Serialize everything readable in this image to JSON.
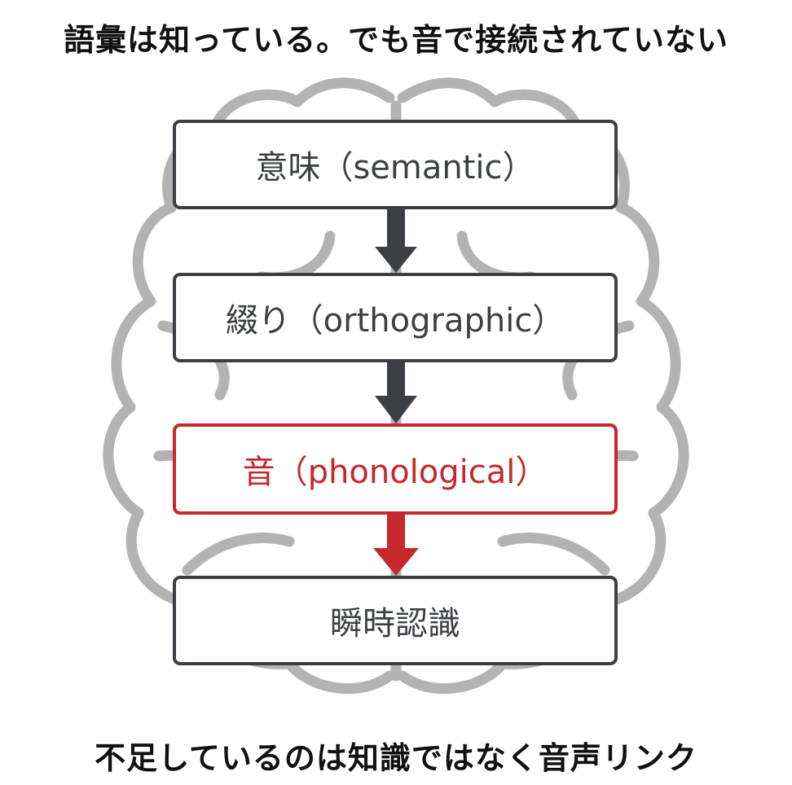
{
  "title": "語彙は知っている。でも音で接続されていない",
  "boxes": {
    "semantic": "意味（semantic）",
    "orthographic": "綴り（orthographic）",
    "phonological": "音（phonological）",
    "instant": "瞬時認識"
  },
  "footer": "不足しているのは知識ではなく音声リンク",
  "colors": {
    "box_border": "#3b3f44",
    "highlight": "#c7282b",
    "brain_outline": "#b3b3b3",
    "arrow": "#3b3f44"
  },
  "icons": [
    "brain-outline-icon",
    "down-arrow-icon"
  ]
}
